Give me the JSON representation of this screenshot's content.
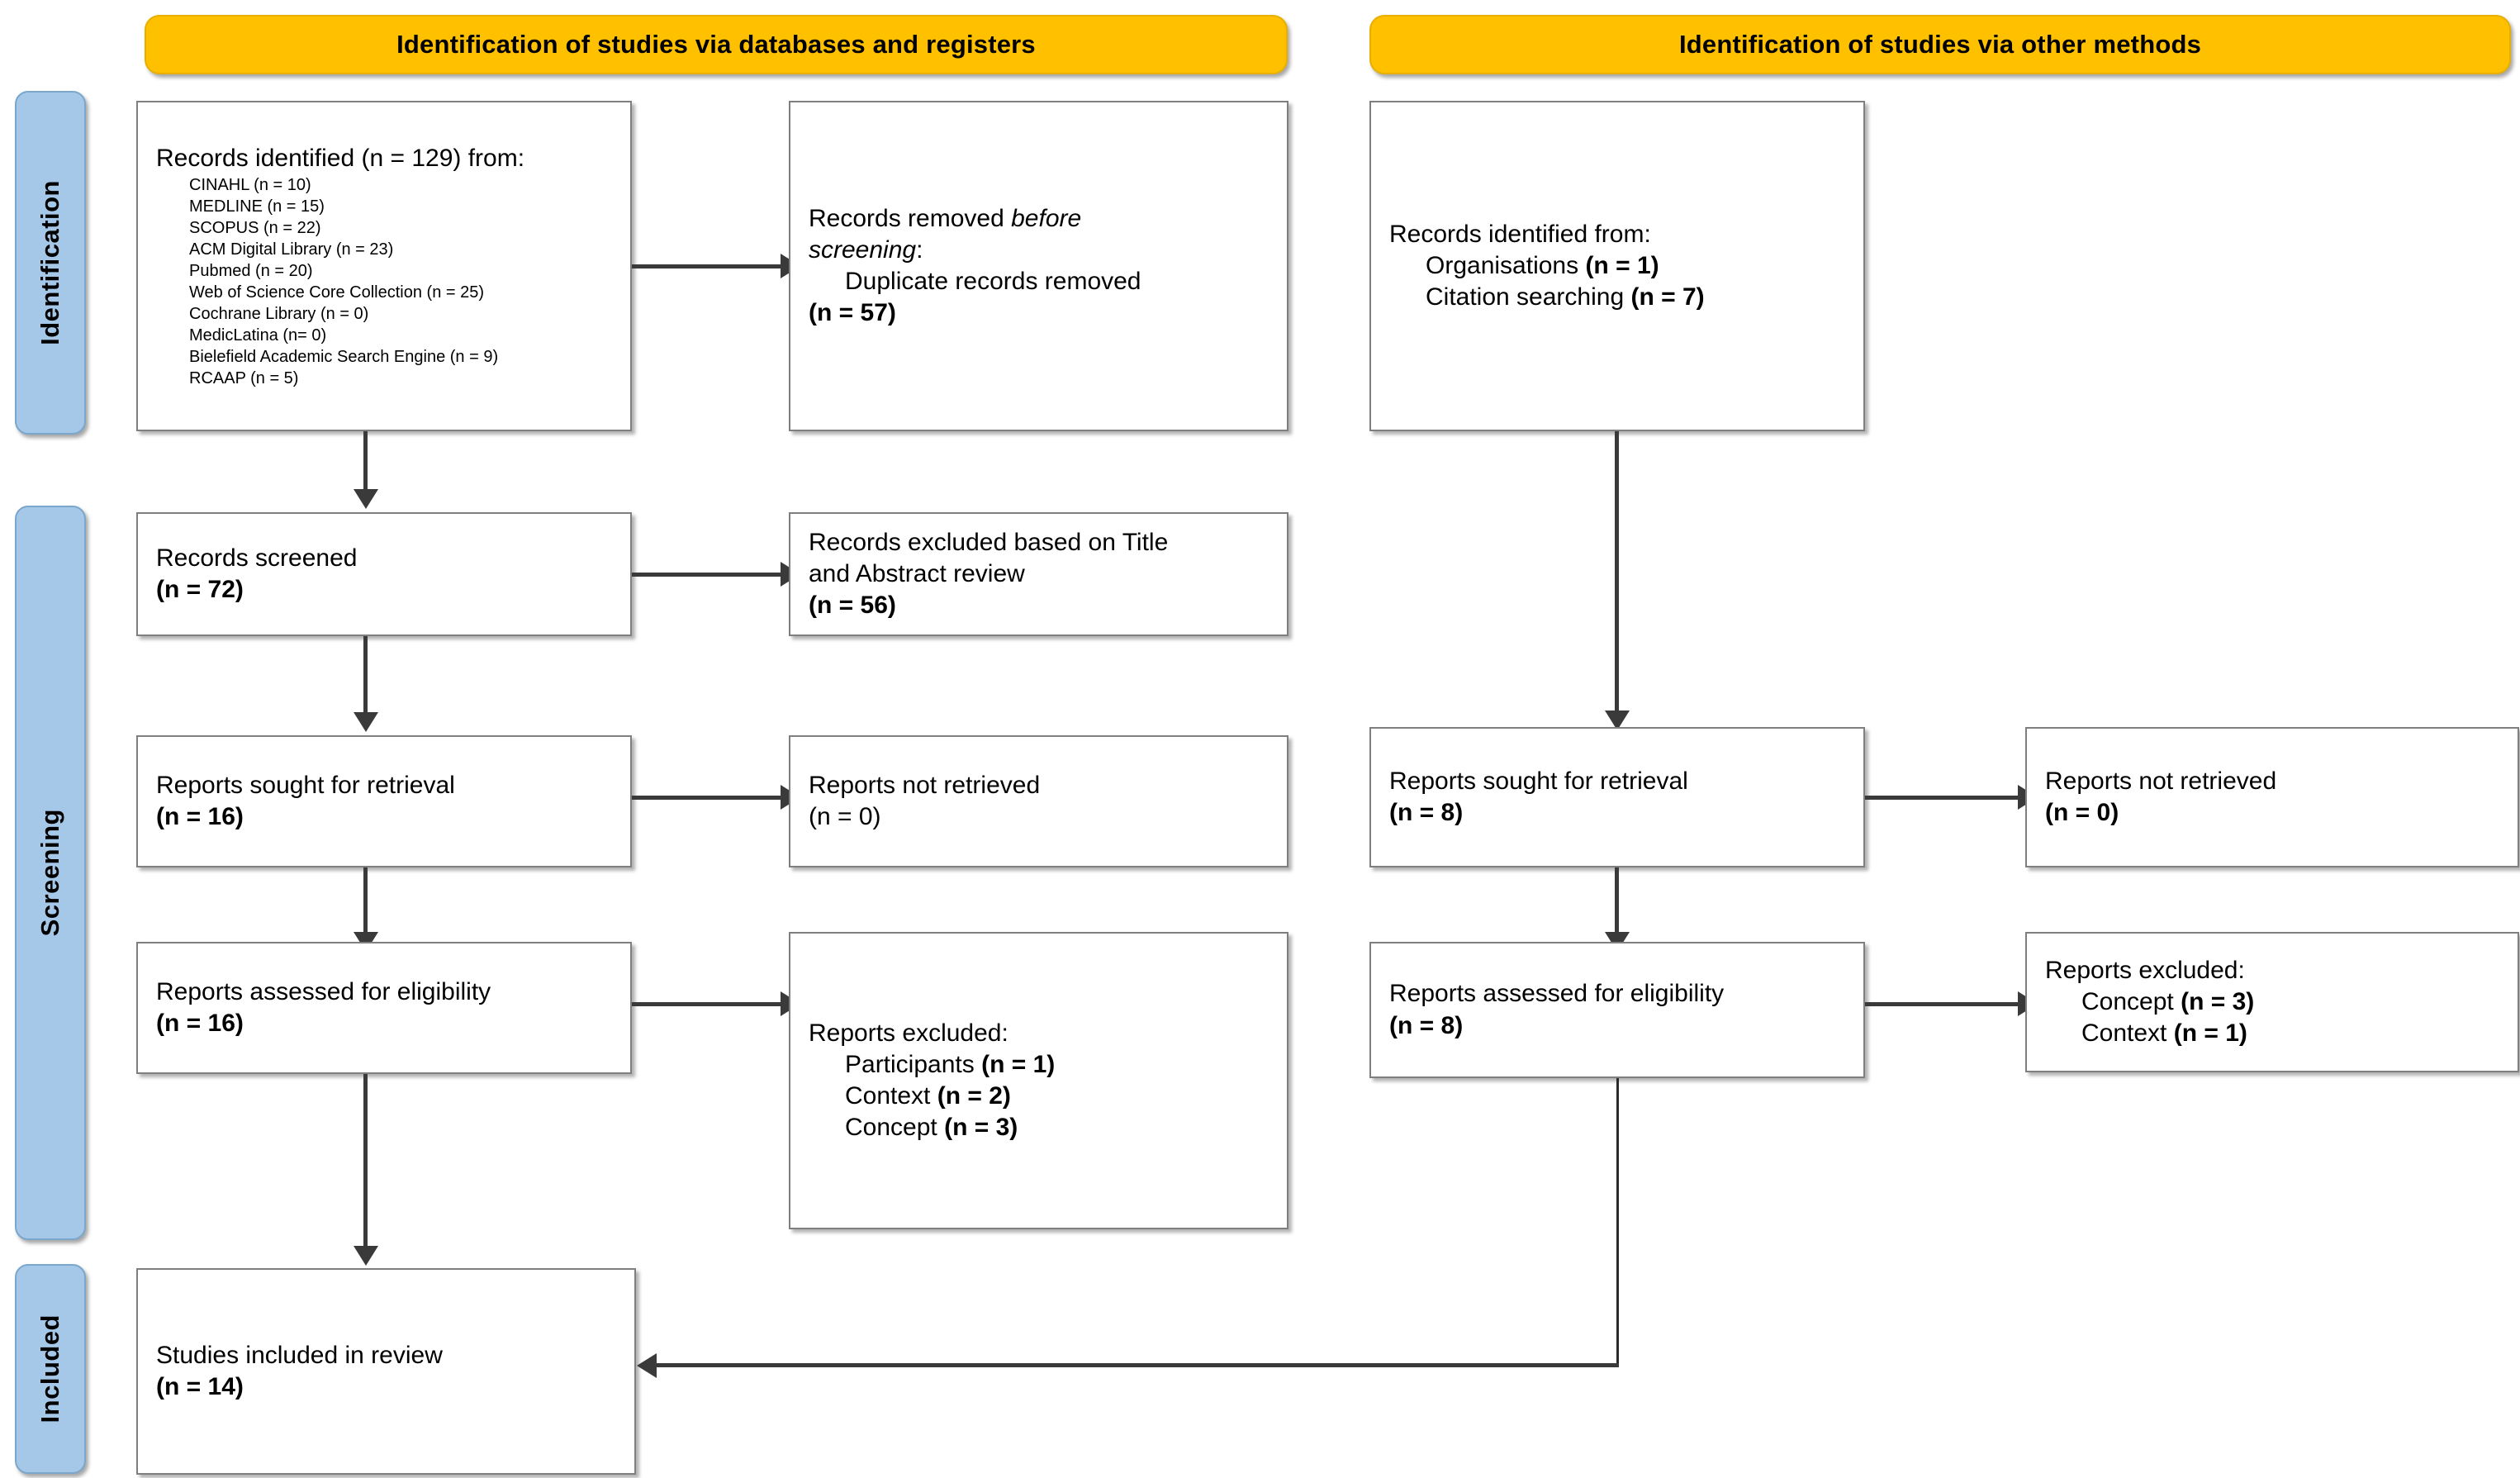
{
  "headers": {
    "left": "Identification of studies via databases and registers",
    "right": "Identification of studies via other methods"
  },
  "stages": {
    "identification": "Identification",
    "screening": "Screening",
    "included": "Included"
  },
  "left_column": {
    "records_identified": {
      "title": "Records identified (n = 129) from:",
      "sources": [
        "CINAHL (n = 10)",
        "MEDLINE (n = 15)",
        "SCOPUS (n = 22)",
        "ACM Digital Library (n = 23)",
        "Pubmed (n = 20)",
        "Web of Science Core Collection (n = 25)",
        "Cochrane Library (n = 0)",
        "MedicLatina (n= 0)",
        "Bielefield Academic Search Engine (n = 9)",
        "RCAAP (n = 5)"
      ]
    },
    "records_removed": {
      "line1_plain": "Records removed ",
      "line1_italic": "before",
      "line2_italic": "screening",
      "line2_plain": ":",
      "line3": "Duplicate records removed",
      "line4": "(n = 57)"
    },
    "records_screened": {
      "label": "Records screened",
      "count": "(n = 72)"
    },
    "records_excluded": {
      "line1": "Records excluded based on Title",
      "line2": "and Abstract review",
      "count": "(n = 56)"
    },
    "reports_sought": {
      "label": "Reports sought for retrieval",
      "count": "(n = 16)"
    },
    "reports_not_retrieved": {
      "label": "Reports not retrieved",
      "count": "(n = 0)"
    },
    "reports_assessed": {
      "label": "Reports assessed for eligibility",
      "count": "(n = 16)"
    },
    "reports_excluded": {
      "title": "Reports excluded:",
      "reasons": [
        "Participants (n = 1)",
        "Context (n = 2)",
        "Concept (n = 3)"
      ],
      "reasons_plain": [
        "Participants ",
        "Context ",
        "Concept "
      ],
      "reasons_bold": [
        "(n = 1)",
        "(n = 2)",
        "(n = 3)"
      ]
    }
  },
  "right_column": {
    "records_identified": {
      "title": "Records identified from:",
      "sources_plain": [
        "Organisations ",
        "Citation searching "
      ],
      "sources_bold": [
        "(n = 1)",
        "(n = 7)"
      ]
    },
    "reports_sought": {
      "label": "Reports sought for retrieval",
      "count": "(n = 8)"
    },
    "reports_not_retrieved": {
      "label": "Reports not retrieved",
      "count": "(n = 0)"
    },
    "reports_assessed": {
      "label": "Reports assessed for eligibility",
      "count": "(n = 8)"
    },
    "reports_excluded": {
      "title": "Reports excluded:",
      "reasons_plain": [
        "Concept ",
        "Context "
      ],
      "reasons_bold": [
        "(n = 3)",
        "(n = 1)"
      ]
    }
  },
  "included_box": {
    "label": "Studies included in review",
    "count": "(n = 14)"
  },
  "colors": {
    "header_fill": "#FFC000",
    "tab_fill": "#A5C8E8",
    "box_border": "#7F7F7F",
    "connector": "#3A3A3A"
  }
}
